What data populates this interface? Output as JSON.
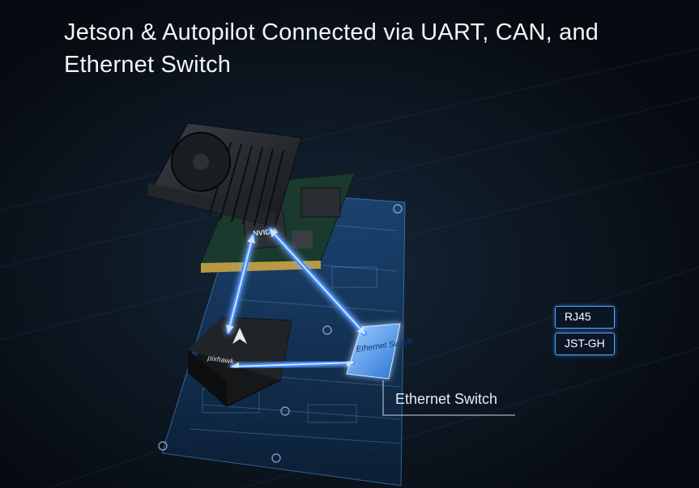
{
  "title": "Jetson & Autopilot Connected via UART, CAN, and Ethernet Switch",
  "components": {
    "jetson_brand": "NVIDIA",
    "autopilot_brand": "pixhawk",
    "switch_chip_text": "Ethernet Switch"
  },
  "ports": {
    "rj45": "RJ45",
    "jstgh": "JST-GH"
  },
  "callout": {
    "label": "Ethernet Switch"
  },
  "colors": {
    "background": "#0a1018",
    "link_glow": "#3d8bff",
    "link_core": "#cfe3ff",
    "port_border": "#5aa8ff",
    "text": "#f2f4f7"
  }
}
